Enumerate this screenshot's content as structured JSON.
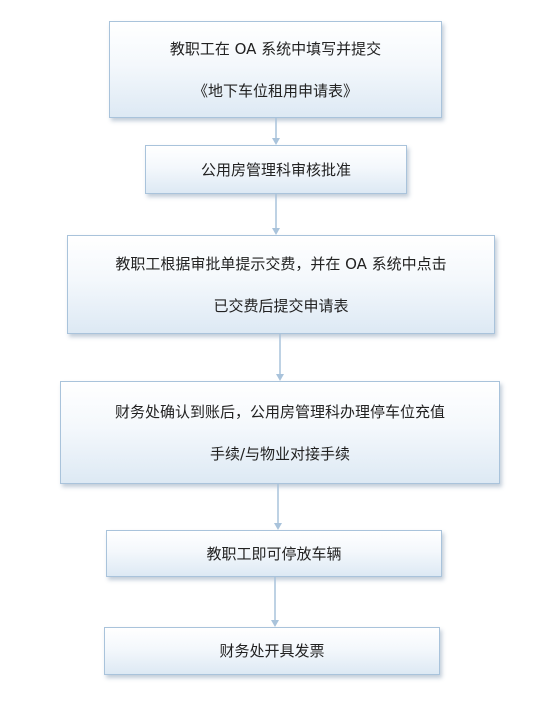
{
  "flowchart": {
    "steps": [
      {
        "lines": [
          "教职工在 OA 系统中填写并提交",
          "《地下车位租用申请表》"
        ]
      },
      {
        "lines": [
          "公用房管理科审核批准"
        ]
      },
      {
        "lines": [
          "教职工根据审批单提示交费，并在 OA 系统中点击",
          "已交费后提交申请表"
        ]
      },
      {
        "lines": [
          "财务处确认到账后，公用房管理科办理停车位充值",
          "手续/与物业对接手续"
        ]
      },
      {
        "lines": [
          "教职工即可停放车辆"
        ]
      },
      {
        "lines": [
          "财务处开具发票"
        ]
      }
    ],
    "colors": {
      "box_border": "#a9c3db",
      "box_fill_top": "#ffffff",
      "box_fill_bottom": "#dde9f4",
      "arrow": "#a9c3db",
      "text": "#222222"
    }
  }
}
